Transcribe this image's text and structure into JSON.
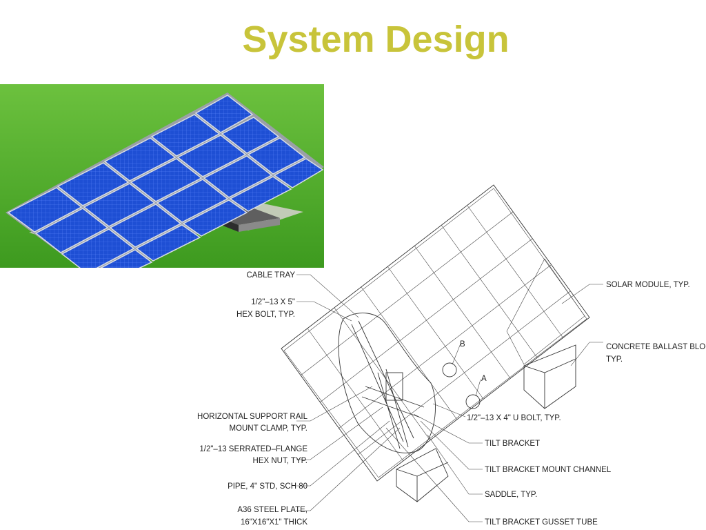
{
  "slide": {
    "title": "System Design",
    "title_color": "#c8c43a"
  },
  "photo": {
    "icon": "solar-array-render",
    "panel_color": "#1f4fd6",
    "grass_color": "#4caf2c"
  },
  "drawing": {
    "callouts": {
      "cable_tray": "CABLE TRAY",
      "hex_bolt_1": "1/2\"–13 X 5\"",
      "hex_bolt_2": "HEX BOLT, TYP.",
      "rail_clamp_1": "HORIZONTAL SUPPORT RAIL",
      "rail_clamp_2": "MOUNT CLAMP, TYP.",
      "hex_nut_1": "1/2\"–13 SERRATED–FLANGE",
      "hex_nut_2": "HEX NUT, TYP.",
      "pipe": "PIPE, 4\" STD, SCH 80",
      "plate_1": "A36 STEEL PLATE,",
      "plate_2": "16\"X16\"X1\" THICK",
      "solar_module": "SOLAR MODULE, TYP.",
      "ballast_1": "CONCRETE BALLAST BLOCK,",
      "ballast_2": "TYP.",
      "detail_b": "B",
      "detail_a": "A",
      "u_bolt": "1/2\"–13 X 4\" U BOLT, TYP.",
      "tilt_bracket": "TILT BRACKET",
      "mount_channel": "TILT BRACKET MOUNT CHANNEL",
      "saddle": "SADDLE, TYP.",
      "gusset_tube": "TILT BRACKET GUSSET TUBE"
    }
  }
}
